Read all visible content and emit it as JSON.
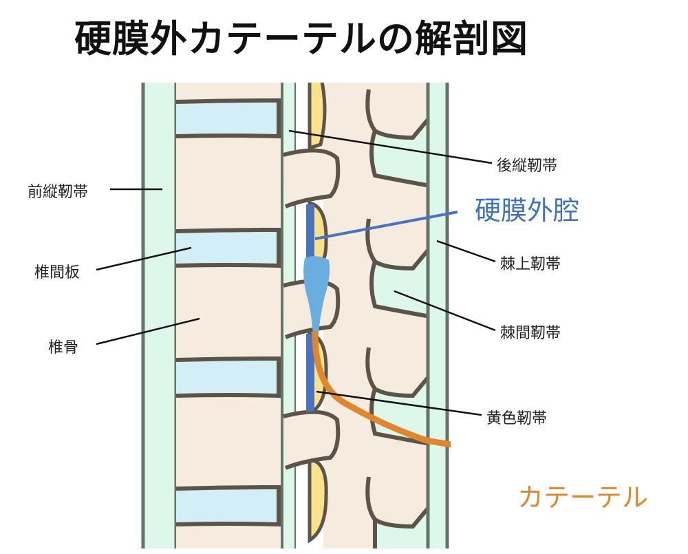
{
  "title": "硬膜外カテーテルの解剖図",
  "labels": {
    "anterior_longitudinal": "前縦靭帯",
    "intervertebral_disc": "椎間板",
    "vertebra": "椎骨",
    "posterior_longitudinal": "後縦靭帯",
    "epidural_space": "硬膜外腔",
    "supraspinous": "棘上靭帯",
    "interspinous": "棘間靭帯",
    "ligamentum_flavum": "黄色靭帯",
    "catheter": "カテーテル"
  },
  "colors": {
    "bone": "#f5ebdf",
    "disc": "#d3eef6",
    "ligament": "#ddf8ea",
    "outline": "#5c5349",
    "ligament_edge": "#647568",
    "flavum": "#f8e38c",
    "epidural": "#4a72c0",
    "drug": "#6aaee0",
    "catheter": "#e0862e"
  }
}
